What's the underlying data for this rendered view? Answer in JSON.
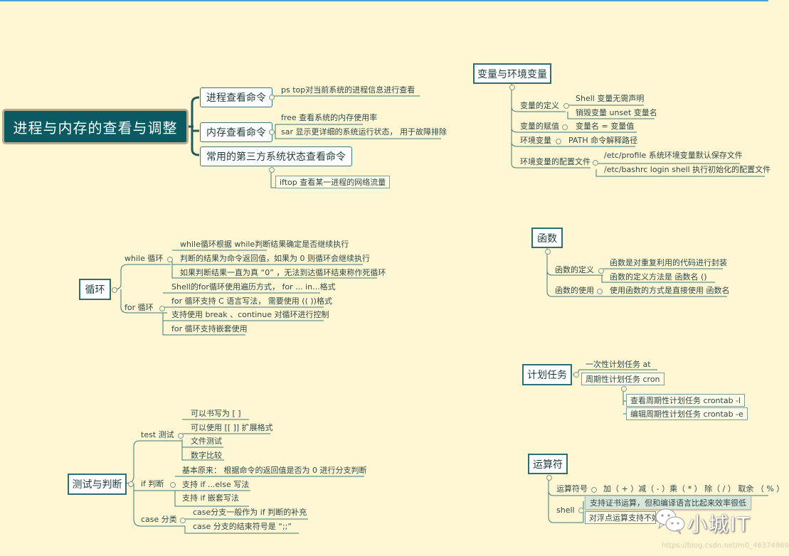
{
  "root": {
    "label": "进程与内存的查看与调整"
  },
  "process_memory": {
    "branches": [
      {
        "label": "进程查看命令",
        "children": [
          "ps  top对当前系统的进程信息进行查看"
        ]
      },
      {
        "label": "内存查看命令",
        "children": [
          "free  查看系统的内存使用率",
          "sar  显示更详细的系统运行状态， 用于故障排除"
        ]
      },
      {
        "label": "常用的第三方系统状态查看命令",
        "children": [
          "iftop 查看某一进程的网络流量"
        ]
      }
    ]
  },
  "variables": {
    "title": "变量与环境变量",
    "items": [
      {
        "label": "变量的定义",
        "children": [
          "Shell  变量无需声明",
          "销毁变量  unset  变量名"
        ]
      },
      {
        "label": "变量的赋值",
        "children": [
          "变量名  =  变量值"
        ]
      },
      {
        "label": "环境变量",
        "children": [
          "PATH 命令解释路径"
        ]
      },
      {
        "label": "环境变量的配置文件",
        "children": [
          "/etc/profile   系统环境变量默认保存文件",
          "/etc/bashrc  login  shell 执行初始化的配置文件"
        ]
      }
    ]
  },
  "loop": {
    "title": "循环",
    "items": [
      {
        "label": "while  循环",
        "children": [
          "while循环根据  while判断结果确定是否继续执行",
          "判断的结果为命令返回值，如果为 0 则循环会继续执行",
          "如果判断结果一直为真 “0” ，无法到达循环结束称作死循环"
        ]
      },
      {
        "label": "for  循环",
        "children": [
          "Shell的for循环使用遍历方式，  for ... in...格式",
          "for 循环支持 C 语言写法，  需要使用 ((  ))格式",
          "支持使用  break 、continue 对循环进行控制",
          "for 循环支持嵌套使用"
        ]
      }
    ]
  },
  "function": {
    "title": "函数",
    "items": [
      {
        "label": "函数的定义",
        "children": [
          "函数是对重复利用的代码进行封装",
          "函数的定义方法是  函数名   ()"
        ]
      },
      {
        "label": "函数的使用",
        "children": [
          "使用函数的方式是直接使用  函数名"
        ]
      }
    ]
  },
  "schedule": {
    "title": "计划任务",
    "items": [
      {
        "label": "一次性计划任务  at"
      },
      {
        "label": "周期性计划任务  cron",
        "children": [
          "查看周期性计划任务 crontab  -l",
          "编辑周期性计划任务 crontab  -e"
        ]
      }
    ]
  },
  "test": {
    "title": "测试与判断",
    "items": [
      {
        "label": "test  测试",
        "children": [
          "可以书写为  [   ]",
          "可以使用 [[  ]] 扩展格式",
          "文件测试",
          "数字比较"
        ]
      },
      {
        "label": "if  判断",
        "children": [
          "基本原来：  根据命令的返回值是否为  0  进行分支判断",
          "支持  if ...else  写法",
          "支持  if  嵌套写法"
        ]
      },
      {
        "label": "case  分类",
        "children": [
          "case分支一般作为  if  判断的补充",
          "case  分支的结束符号是  “;;”"
        ]
      }
    ]
  },
  "operator": {
    "title": "运算符",
    "items": [
      {
        "label": "运算符号",
        "children": [
          "加（ + ）减（ - ）乘（ * ）  除（ / ）  取余  （ % ）"
        ]
      },
      {
        "label": "shell",
        "children": [
          "支持证书运算，但和编译语言比起来效率很低",
          "对浮点运算支持不好"
        ]
      }
    ]
  },
  "watermark": {
    "brand": "小城IT",
    "url": "https://blog.csdn.net/m0_46374969"
  },
  "colors": {
    "background": "#fff7d4",
    "root_fill": "#0b5a62",
    "line": "#3f7a76",
    "topbar": "#47a4d4"
  }
}
